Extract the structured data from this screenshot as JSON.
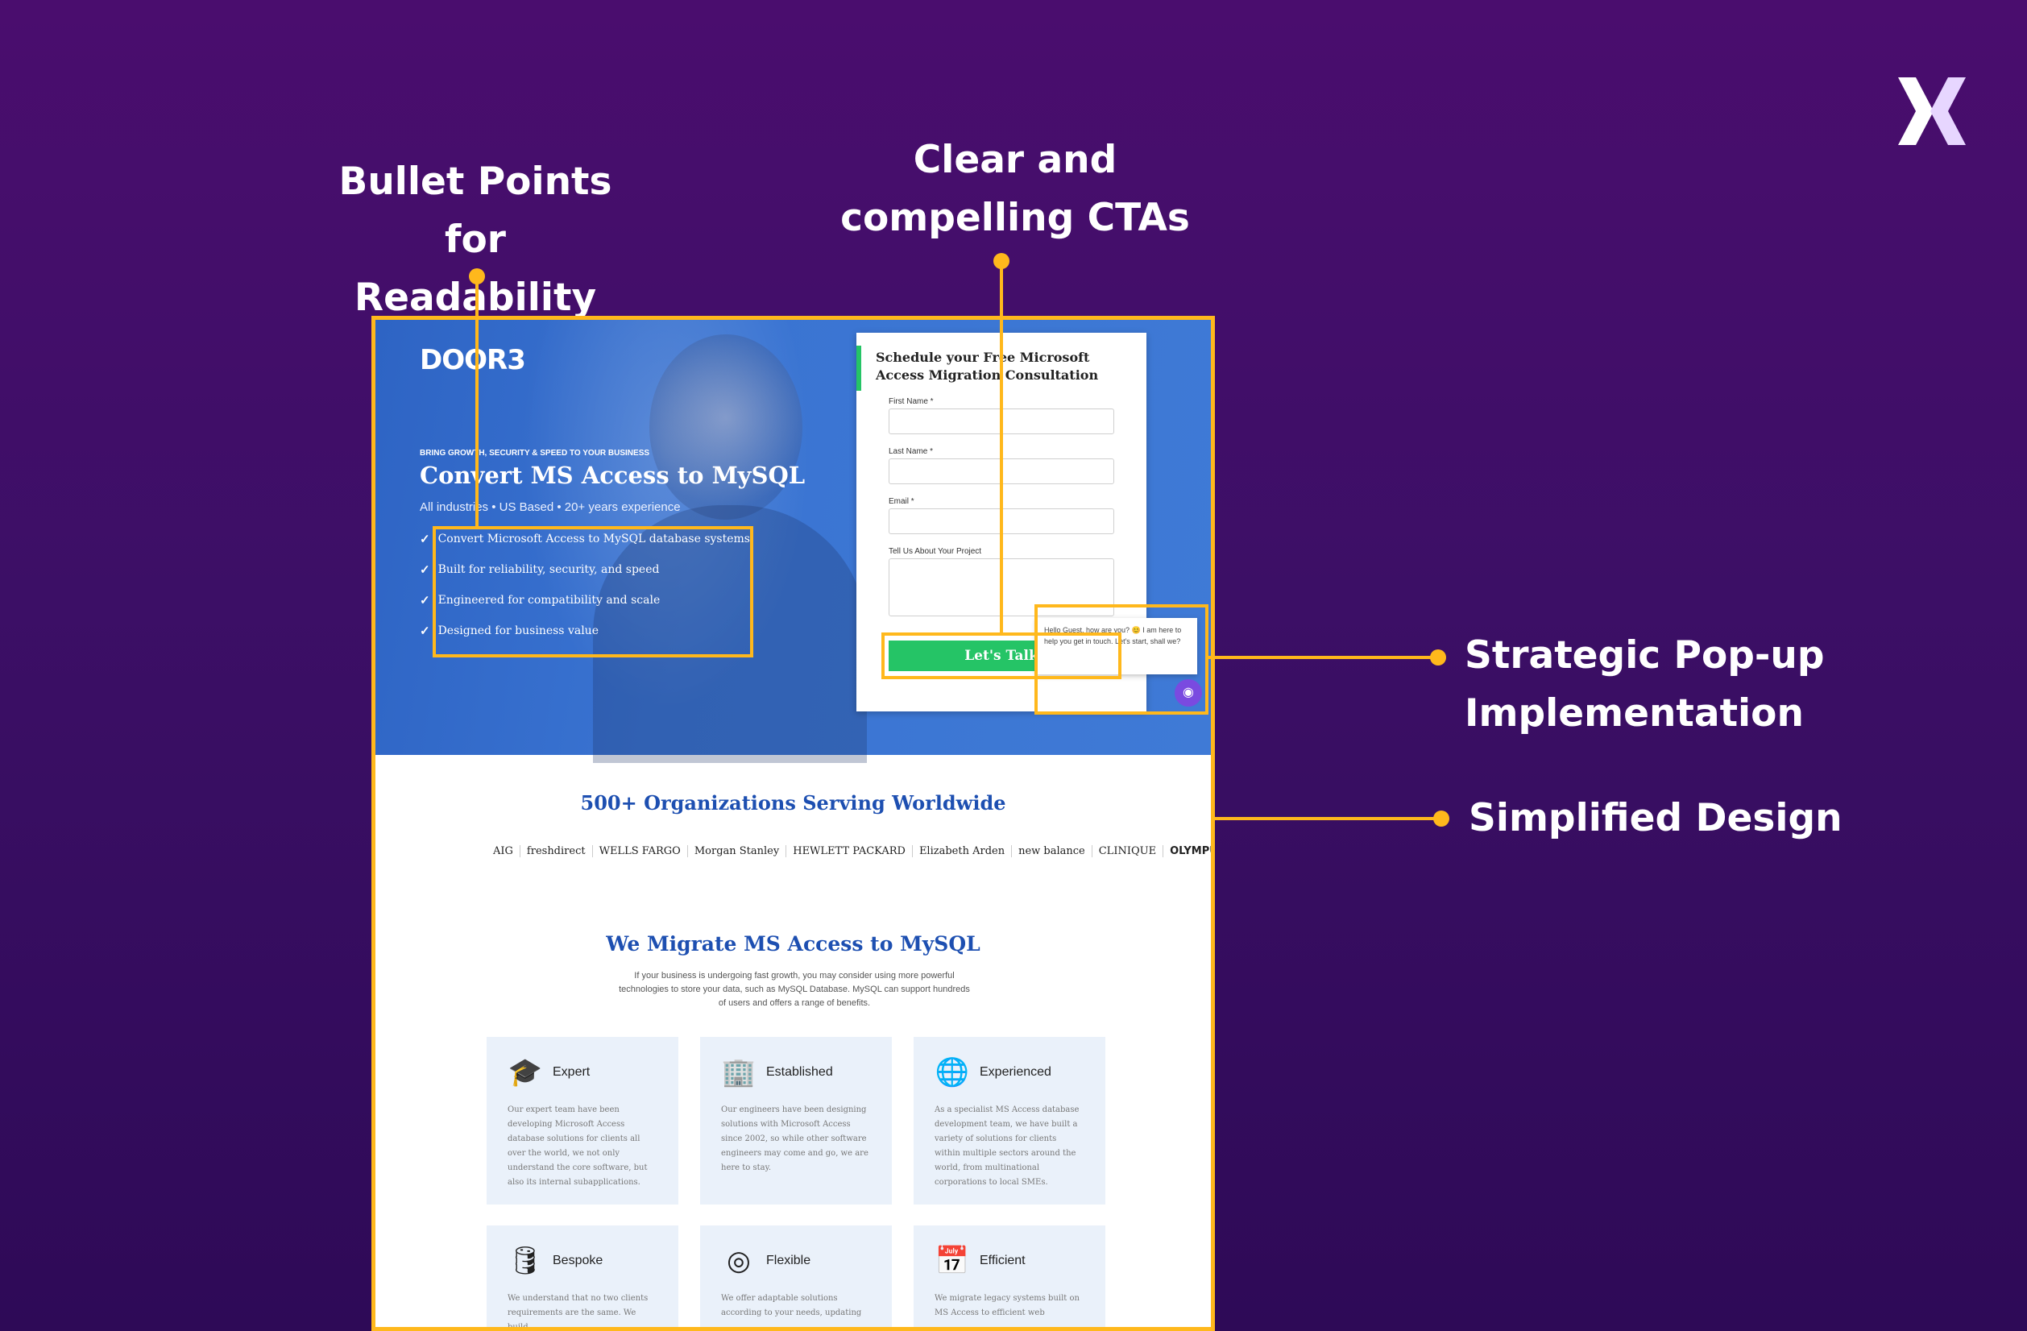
{
  "callouts": {
    "bullets": [
      "Bullet Points for",
      "Readability"
    ],
    "ctas": [
      "Clear and",
      "compelling CTAs"
    ],
    "popup": [
      "Strategic Pop-up",
      "Implementation"
    ],
    "design": "Simplified Design"
  },
  "colors": {
    "accent": "#ffb81c",
    "hero_blue": "#3a74d2",
    "cta_green": "#25c466",
    "heading_blue": "#1d4fb1"
  },
  "hero": {
    "logo": "DOOR3",
    "eyebrow": "BRING GROWTH, SECURITY & SPEED TO YOUR BUSINESS",
    "title": "Convert MS Access to MySQL",
    "subtitle": "All industries  •  US Based  •  20+ years experience",
    "bullets": [
      "Convert Microsoft Access to MySQL database systems",
      "Built for reliability, security, and speed",
      "Engineered for compatibility and scale",
      "Designed for business value"
    ]
  },
  "form": {
    "title": "Schedule your Free Microsoft Access Migration Consultation",
    "first_name_label": "First Name *",
    "last_name_label": "Last Name *",
    "email_label": "Email *",
    "project_label": "Tell Us About Your Project",
    "submit": "Let's Talk"
  },
  "chat": {
    "message": "Hello Guest, how are you? 😊 I am here to help you get in touch. Let's start, shall we?",
    "icon": "chat-bot-icon"
  },
  "orgs": {
    "title": "500+ Organizations Serving Worldwide",
    "logos": [
      "AIG",
      "freshdirect",
      "WELLS FARGO",
      "Morgan Stanley",
      "HEWLETT PACKARD",
      "Elizabeth Arden",
      "new balance",
      "CLINIQUE",
      "OLYMPUS"
    ]
  },
  "migrate": {
    "title": "We Migrate MS Access to MySQL",
    "description": "If your business is undergoing fast growth, you may consider using more powerful technologies to store your data, such as MySQL Database. MySQL can support hundreds of users and offers a range of benefits."
  },
  "cards": [
    {
      "title": "Expert",
      "icon": "graduation-cap-icon",
      "body": "Our expert team have been developing Microsoft Access database solutions for clients all over the world, we not only understand the core software, but also its internal subapplications."
    },
    {
      "title": "Established",
      "icon": "building-icon",
      "body": "Our engineers have been designing solutions with Microsoft Access since 2002, so while other software engineers may come and go, we are here to stay."
    },
    {
      "title": "Experienced",
      "icon": "globe-people-icon",
      "body": "As a specialist MS Access database development team, we have built a variety of solutions for clients within multiple sectors around the world, from multinational corporations to local SMEs."
    },
    {
      "title": "Bespoke",
      "icon": "database-icon",
      "body": "We understand that no two clients requirements are the same. We build"
    },
    {
      "title": "Flexible",
      "icon": "rings-icon",
      "body": "We offer adaptable solutions according to your needs, updating"
    },
    {
      "title": "Efficient",
      "icon": "calendar-icon",
      "body": "We migrate legacy systems built on MS Access to efficient web"
    }
  ]
}
